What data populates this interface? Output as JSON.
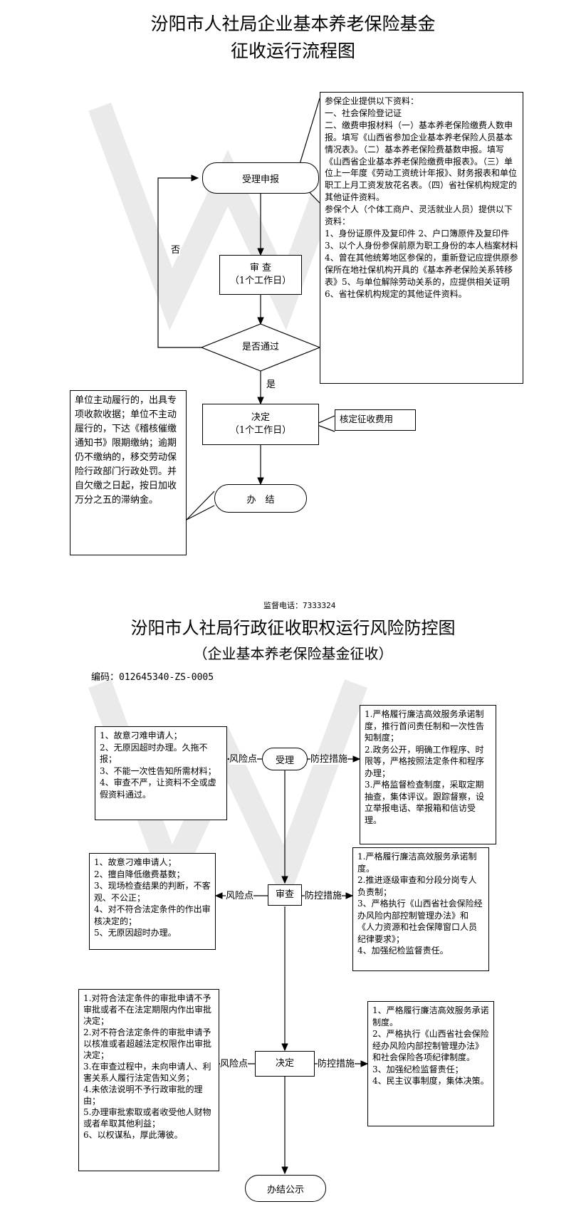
{
  "section1": {
    "title_line1": "汾阳市人社局企业基本养老保险基金",
    "title_line2": "征收运行流程图",
    "node_accept": "受理申报",
    "node_review": "审 查\n（1个工作日）",
    "node_pass": "是否通过",
    "label_no": "否",
    "label_yes": "是",
    "node_decide": "决定\n（1个工作日）",
    "node_finish": "办　结",
    "note_materials": "参保企业提供以下资料：\n一、社会保险登记证\n二、缴费申报材料（一）基本养老保险缴费人数申报。填写《山西省参加企业基本养老保险人员基本情况表》。（二）基本养老保险费基数申报。填写《山西省企业基本养老保险缴费申报表》。（三）单位上一年度《劳动工资统计年报》、财务报表和单位职工上月工资发放花名表。（四）省社保机构规定的其他证件资料。\n参保个人（个体工商户、灵活就业人员）提供以下资料：\n1、身份证原件及复印件 2、户口簿原件及复印件 3、以个人身份参保前原为职工身份的本人档案材料 4、曾在其他统筹地区参保的，重新登记应提供原参保所在地社保机构开具的《基本养老保险关系转移表》5、与单位解除劳动关系的，应提供相关证明 6、省社保机构规定的其他证件资料。",
    "note_fee": "核定征收费用",
    "note_penalty": "单位主动履行的，出具专项收款收据；单位不主动履行的，下达《稽核催缴通知书》限期缴纳；逾期仍不缴纳的，移交劳动保险行政部门行政处罚。并自欠缴之日起，按日加收万分之五的滞纳金。"
  },
  "section2": {
    "phone": "监督电话：7333324",
    "title": "汾阳市人社局行政征收职权运行风险防控图",
    "subtitle": "（企业基本养老保险基金征收）",
    "code": "编码：012645340-ZS-0005",
    "risk_label": "风险点",
    "control_label": "防控措施",
    "node_accept": "受理",
    "node_review": "审查",
    "node_decide": "决定",
    "node_publish": "办结公示",
    "risk_accept": "1、故意刁难申请人；\n2、无原因超时办理。久拖不报；\n3、不能一次性告知所需材料；\n4、审查不严，让资料不全或虚假资料通过。",
    "control_accept": "1.严格履行廉洁高效服务承诺制度，推行首问责任制和一次性告知制度；\n2.政务公开，明确工作程序、时限等，严格按照法定条件和程序办理；\n3.严格监督检查制度，采取定期抽查，集体评议。跟踪督察，设立举报电话、举报箱和信访受理。",
    "risk_review": "1、故意刁难申请人；\n2、擅自降低缴费基数；\n3、现场检查结果的判断，不客观、不公正；\n4、对不符合法定条件的作出审核决定的；\n5、无原因超时办理。",
    "control_review": "1.严格履行廉洁高效服务承诺制度。\n2.推进逐级审查和分段分岗专人负责制；\n3、严格执行《山西省社会保险经办风险内部控制管理办法》和《人力资源和社会保障窗口人员纪律要求》；\n4、加强纪检监督责任。",
    "risk_decide": "1.对符合法定条件的审批申请不予审批或者不在法定期限内作出审批决定；\n2.对不符合法定条件的审批申请予以核准或者超越法定权限作出审批决定；\n3.在审查过程中，未向申请人、利害关系人履行法定告知义务；\n4.未依法说明不予行政审批的理由；\n5.办理审批索取或者收受他人财物或者牟取其他利益；\n6、以权谋私，厚此薄彼。",
    "control_decide": "1、严格履行廉洁高效服务承诺制度。\n2、严格执行《山西省社会保险经办风险内部控制管理办法》和社会保险各项纪律制度。\n3、加强纪检监督责任；\n4、民主议事制度，集体决策。"
  }
}
